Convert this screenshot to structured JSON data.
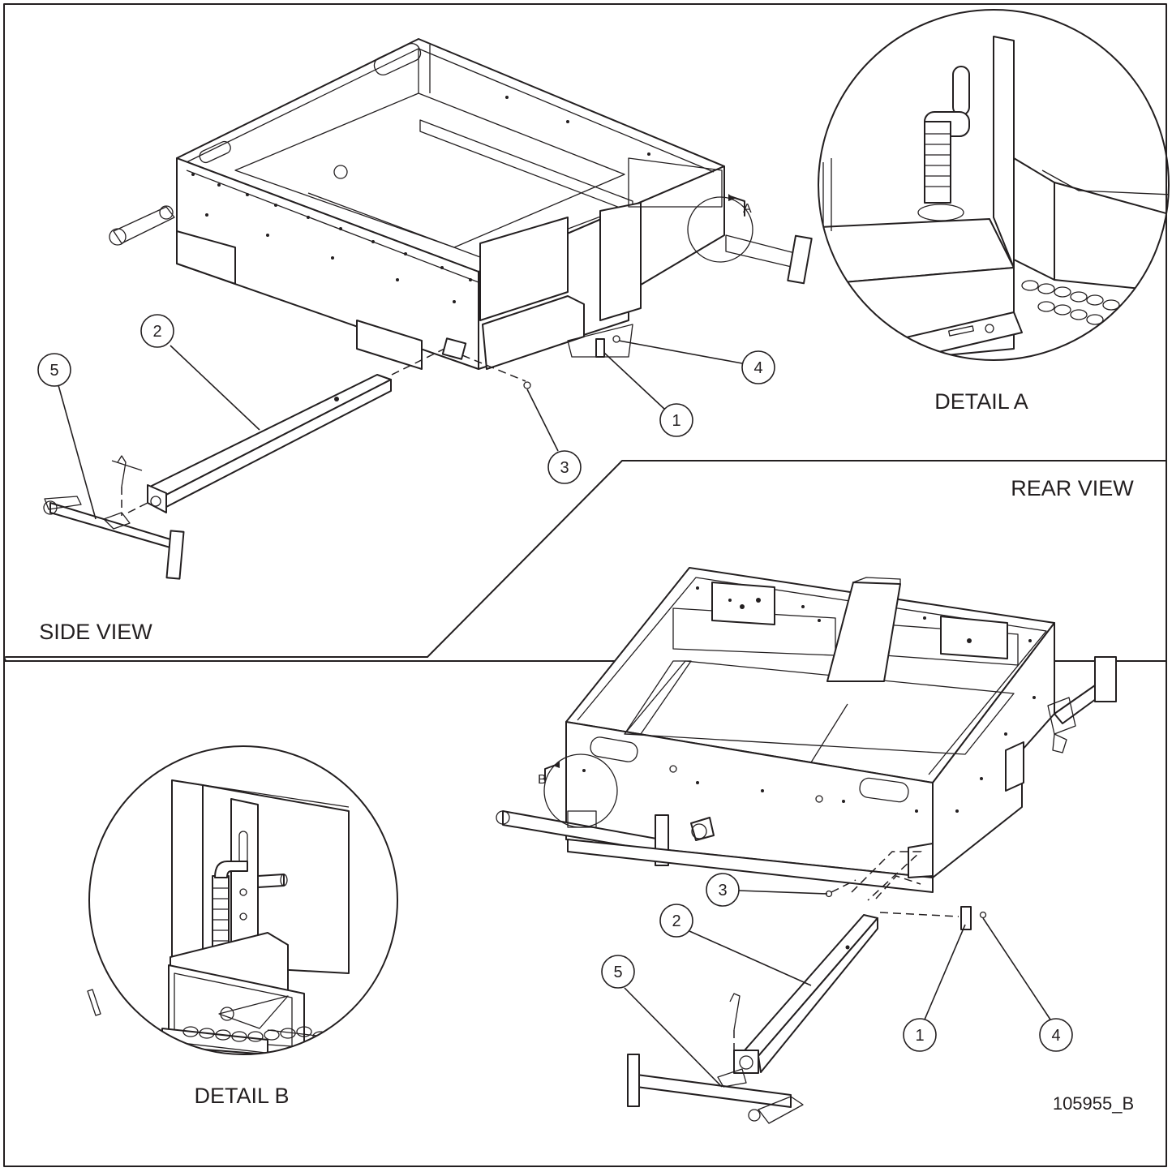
{
  "labels": {
    "side_view": "SIDE VIEW",
    "rear_view": "REAR VIEW",
    "detail_a": "DETAIL A",
    "detail_b": "DETAIL B",
    "detail_a_marker": "A",
    "detail_b_marker": "B",
    "drawing_number": "105955_B"
  },
  "side_callouts": [
    "1",
    "2",
    "3",
    "4",
    "5"
  ],
  "rear_callouts": [
    "1",
    "2",
    "3",
    "4",
    "5"
  ],
  "colors": {
    "line": "#231f20",
    "background": "#ffffff",
    "shade": "#d9d9d9"
  }
}
